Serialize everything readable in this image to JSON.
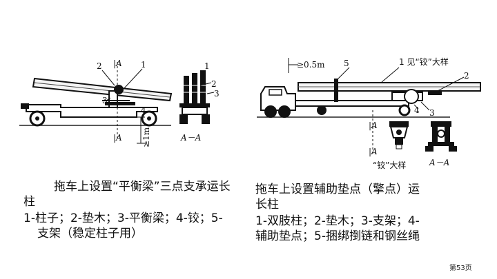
{
  "left_figure": {
    "labels": {
      "n1": "1",
      "n2": "2",
      "n3": "3",
      "n4": "4",
      "section_a_top": "|A",
      "section_a_bottom": "|A",
      "dimension": "≥1m",
      "section_title": "A－A",
      "section_n1": "1",
      "section_n2": "2",
      "section_n3": "3"
    }
  },
  "right_figure": {
    "labels": {
      "dimension": "≥0.5m",
      "n5": "5",
      "n1_detail": "1 见“铰”大样",
      "n2": "2",
      "n3": "3",
      "n4": "4",
      "section_a_top": "|A",
      "section_a_bottom": "|A",
      "detail_title": "“铰”大样",
      "section_title": "A－A"
    }
  },
  "captions": {
    "left": {
      "title": "拖车上设置“平衡梁”三点支承运长柱",
      "legend": "1-柱子；2-垫木；3-平衡梁；4-铰；5-支架（稳定柱子用）"
    },
    "right": {
      "title_line1": "拖车上设置辅助垫点（擎点）运",
      "title_line2": "长柱",
      "legend_line1": "1-双肢柱；2-垫木；3-支架；4-",
      "legend_line2": "辅助垫点；5-捆绑捯链和钢丝绳"
    }
  },
  "page_number": "第53页"
}
